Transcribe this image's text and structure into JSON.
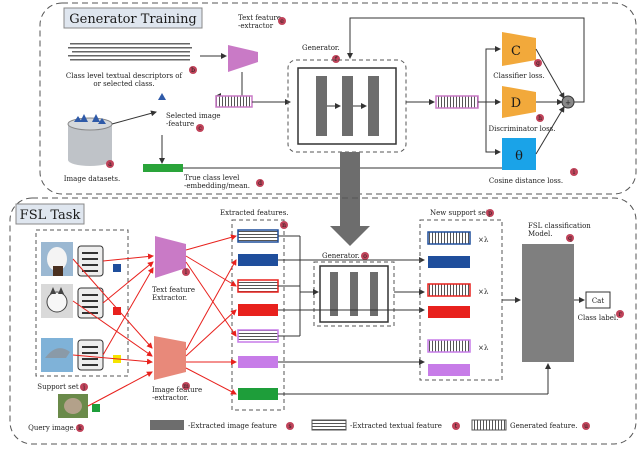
{
  "generator_training": {
    "title": "Generator Training",
    "class_level_text": "Class level textual descriptors of\nor selected class.",
    "text_feature_extractor": "Text feature\n-extractor",
    "generator": "Generator.",
    "selected_image_feature": "Selected image\n-feature",
    "image_datasets": "Image datasets.",
    "true_class_embedding": "True class level\n-embedding/mean.",
    "classifier_loss": "Classifier loss.",
    "discriminator_loss": "Discriminator loss.",
    "cosine_loss": "Cosine distance loss.",
    "box_c": "C",
    "box_d": "D",
    "box_theta": "θ",
    "plus": "+",
    "badges": {
      "a": "a",
      "b": "b",
      "c": "c",
      "d": "d",
      "e": "e",
      "f": "f",
      "g": "g",
      "h": "h",
      "i": "i"
    }
  },
  "fsl_task": {
    "title": "FSL Task",
    "extracted_features": "Extracted features.",
    "text_feature_extractor": "Text feature\nExtractor.",
    "image_feature_extractor": "Image feature\n-extractor.",
    "generator": "Generator.",
    "new_support_set": "New support set.",
    "fsl_model": "FSL classification\nModel.",
    "class_label": "Class label.",
    "cat": "Cat",
    "support_set": "Support set",
    "query_image": "Query image.",
    "times_lambda": "×λ",
    "badges": {
      "j": "j",
      "k": "k",
      "l": "l",
      "m": "m",
      "n": "n",
      "o": "o",
      "p": "p",
      "q": "q",
      "r": "r",
      "s": "s",
      "t": "t",
      "u": "u"
    }
  },
  "legend": {
    "image_feature": "-Extracted image feature",
    "textual_feature": "-Extracted textual feature",
    "generated_feature": "Generated feature."
  },
  "colors": {
    "blue": "#1f4e9c",
    "red": "#e8211d",
    "purple": "#c77ce8",
    "green": "#1e9e3a",
    "yellow": "#f5e400",
    "orange": "#f2a93b",
    "cyan": "#1aa3e8",
    "pink": "#c97ac6",
    "badge": "#c0435a",
    "grey": "#7f7f7f"
  }
}
